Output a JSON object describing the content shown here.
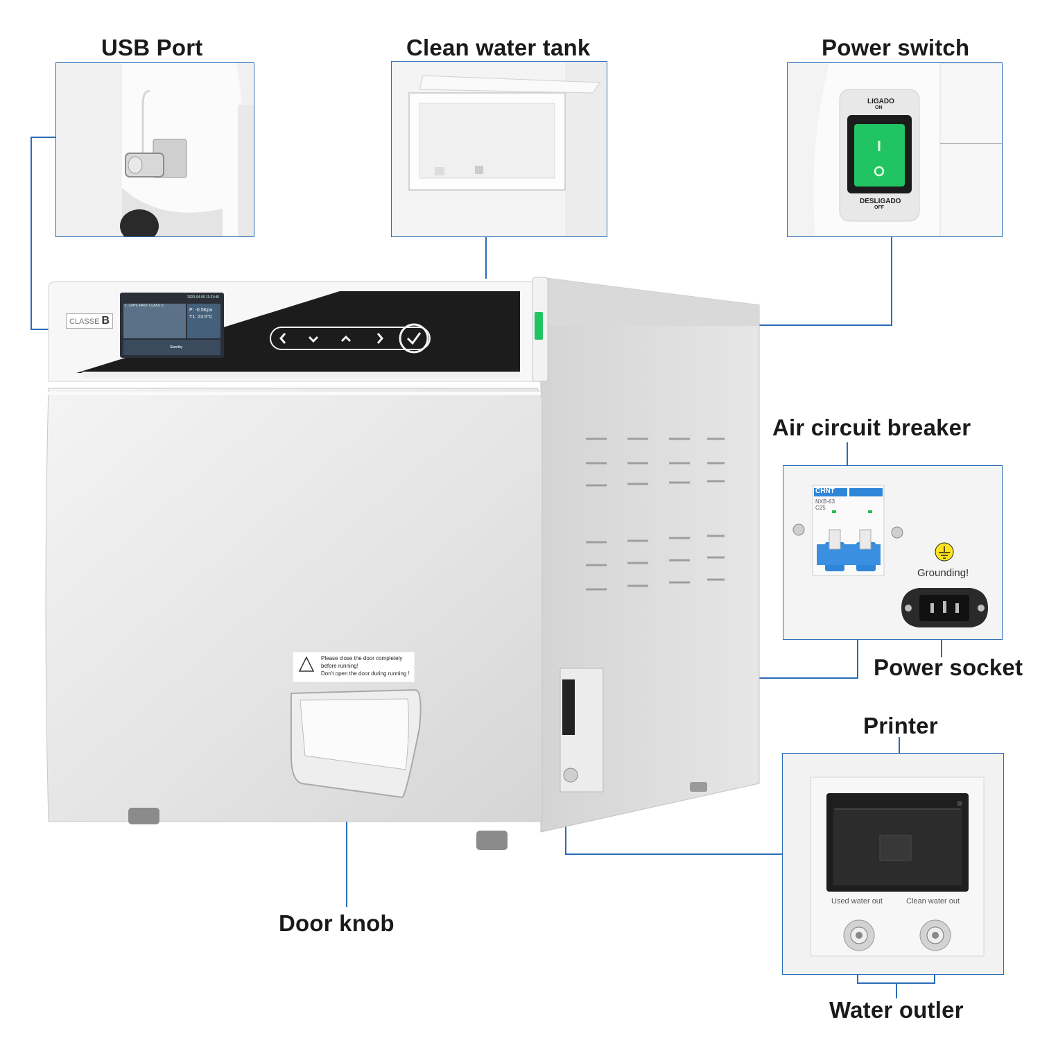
{
  "callouts": {
    "usb_port": "USB Port",
    "clean_water_tank": "Clean water tank",
    "power_switch": "Power switch",
    "air_circuit_breaker": "Air circuit breaker",
    "power_socket": "Power socket",
    "printer": "Printer",
    "door_knob": "Door knob",
    "water_outler": "Water outler"
  },
  "power_switch_panel": {
    "on_label": "LIGADO",
    "on_sub": "ON",
    "off_label": "DESLIGADO",
    "off_sub": "OFF"
  },
  "breaker_panel": {
    "brand": "CHNT",
    "model": "NXB-63",
    "rating": "C25",
    "grounding": "Grounding!"
  },
  "printer_panel": {
    "used_water": "Used water out",
    "clean_water": "Clean water out"
  },
  "device": {
    "badge_text": "CLASSE",
    "badge_letter": "B",
    "screen_header": "2023-04-05  11:23:45",
    "screen_program": "1. 134°C FAST CLASS S",
    "screen_pressure": "P:  -0.5Kpa",
    "screen_temp": "T1:  23.5°C",
    "screen_status": "Standby",
    "door_warning_1": "Please close the door completely",
    "door_warning_2": "before running!",
    "door_warning_3": "Don't open the door during running !"
  },
  "colors": {
    "callout_line": "#2a6cb8",
    "switch_green": "#20c463",
    "breaker_blue": "#2f86d8"
  }
}
